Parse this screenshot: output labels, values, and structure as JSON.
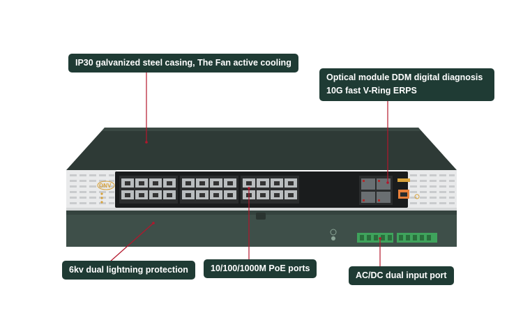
{
  "brand": "ONV",
  "callouts": {
    "casing": "IP30 galvanized steel casing, The Fan active cooling",
    "optical_line1": "Optical module DDM digital diagnosis",
    "optical_line2": "10G fast V-Ring ERPS",
    "lightning": "6kv dual lightning protection",
    "poe_ports": "10/100/1000M PoE ports",
    "power": "AC/DC dual input port"
  },
  "colors": {
    "callout_bg": "#1f3b34",
    "leader_line": "#b3162c",
    "chassis_top": "#2f3b37",
    "front_panel": "#1b1d1e",
    "base_unit": "#3e4f49",
    "power_terminal": "#3fa35c"
  }
}
